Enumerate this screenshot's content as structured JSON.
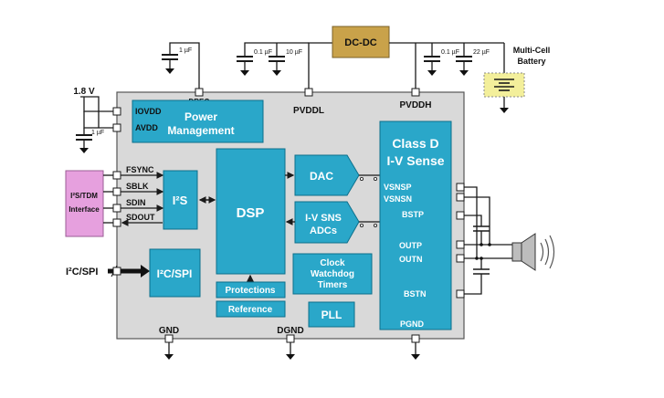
{
  "supplies": {
    "v18": "1.8 V",
    "cap_1uF": "1 µF",
    "cap_01uF": "0.1 µF",
    "cap_10uF": "10 µF",
    "cap_22uF": "22 µF",
    "dreg": "DREG",
    "pvddl": "PVDDL",
    "pvddh": "PVDDH",
    "multicell": [
      "Multi-Cell",
      "Battery"
    ]
  },
  "blocks": {
    "dcdc": "DC-DC",
    "power": [
      "Power",
      "Management"
    ],
    "iovdd": "IOVDD",
    "avdd": "AVDD",
    "i2s_block": "I²S",
    "i2c_block": "I²C/SPI",
    "dsp": "DSP",
    "dac": "DAC",
    "ivsns": [
      "I-V SNS",
      "ADCs"
    ],
    "clock": [
      "Clock",
      "Watchdog",
      "Timers"
    ],
    "pll": "PLL",
    "protections": "Protections",
    "reference": "Reference",
    "classd": [
      "Class D",
      "I-V Sense"
    ]
  },
  "interface": {
    "title": [
      "I²S/TDM",
      "Interface"
    ],
    "pins": [
      "FSYNC",
      "SBLK",
      "SDIN",
      "SDOUT"
    ]
  },
  "i2c_label": "I²C/SPI",
  "right_pins": {
    "vsnsp": "VSNSP",
    "vsnsn": "VSNSN",
    "bstp": "BSTP",
    "outp": "OUTP",
    "outn": "OUTN",
    "bstn": "BSTN",
    "pgnd": "PGND"
  },
  "grounds": {
    "gnd": "GND",
    "dgnd": "DGND"
  },
  "colors": {
    "chip": "#d9d9d9",
    "block": "#2aa7c9",
    "dcdc": "#c9a24a",
    "interface": "#e6a0de",
    "battery": "#f3ef9b"
  }
}
